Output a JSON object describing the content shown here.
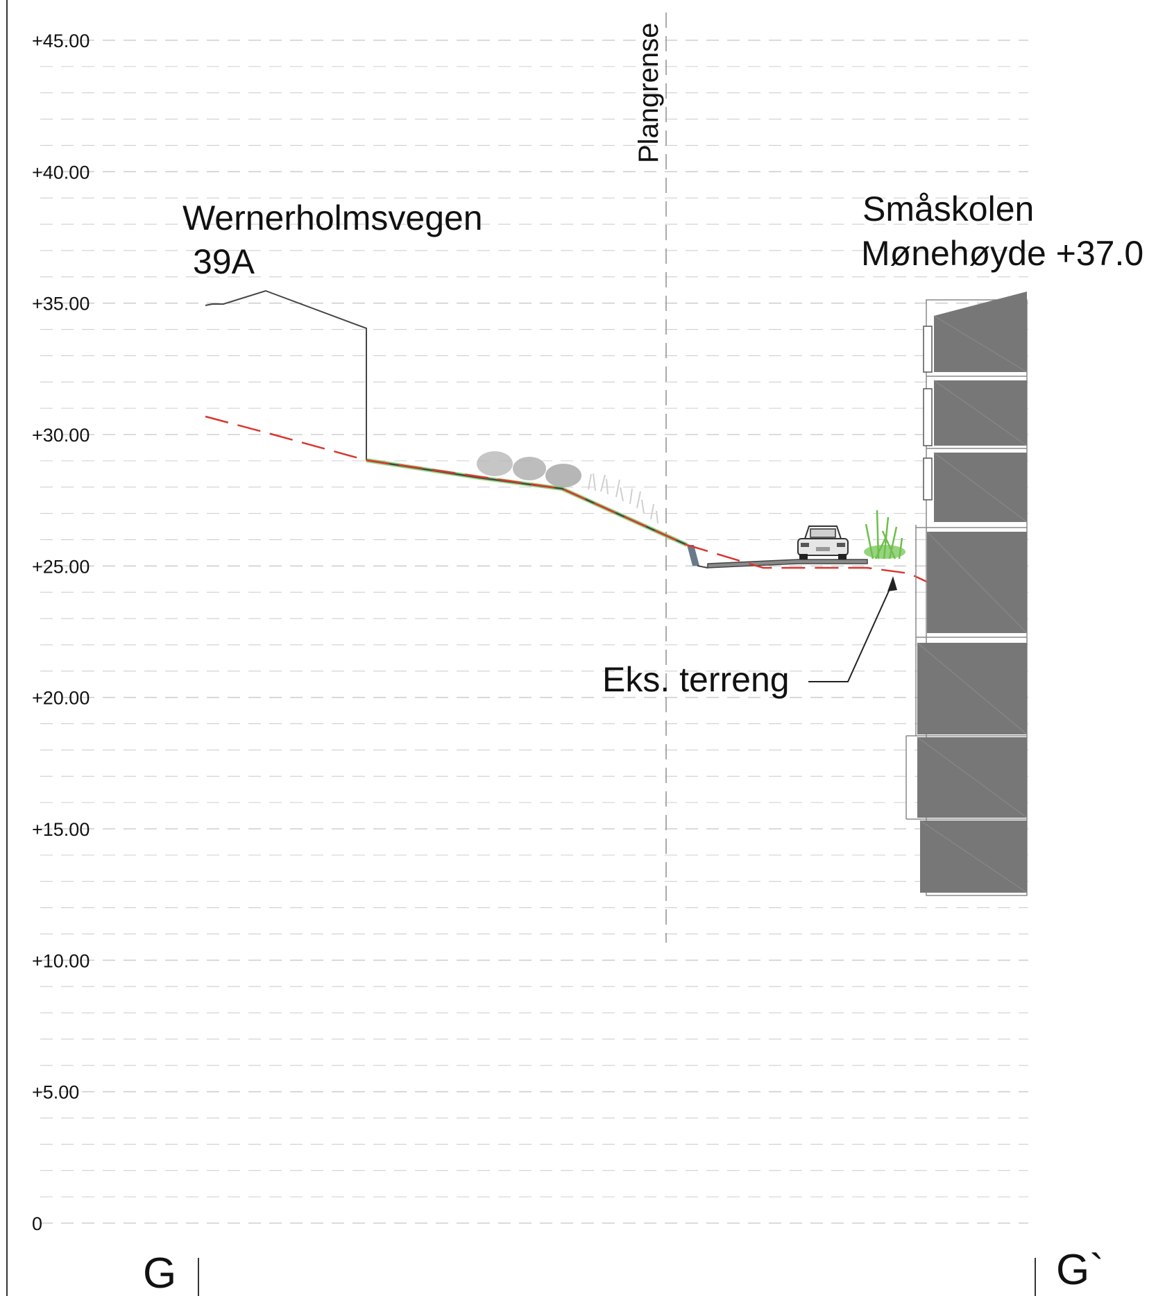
{
  "levels": [
    {
      "label": "+45.00",
      "elev": 45
    },
    {
      "label": "+40.00",
      "elev": 40
    },
    {
      "label": "+35.00",
      "elev": 35
    },
    {
      "label": "+30.00",
      "elev": 30
    },
    {
      "label": "+25.00",
      "elev": 25
    },
    {
      "label": "+20.00",
      "elev": 20
    },
    {
      "label": "+15.00",
      "elev": 15
    },
    {
      "label": "+10.00",
      "elev": 10
    },
    {
      "label": "+5.00",
      "elev": 5
    },
    {
      "label": "0",
      "elev": 0
    }
  ],
  "labels": {
    "plan_boundary": "Plangrense",
    "left_building_line1": "Wernerholmsvegen",
    "left_building_line2": "39A",
    "right_building_line1": "Småskolen",
    "right_building_line2": "Mønehøyde +37.0",
    "existing_terrain": "Eks. terreng",
    "section_start": "G",
    "section_end": "G`"
  },
  "colors": {
    "existing_terrain_line": "#d9362e",
    "new_terrain_line": "#444444",
    "grass": "#6cc04a",
    "building_fill": "#777777",
    "grid_line": "#cfcfcf"
  }
}
